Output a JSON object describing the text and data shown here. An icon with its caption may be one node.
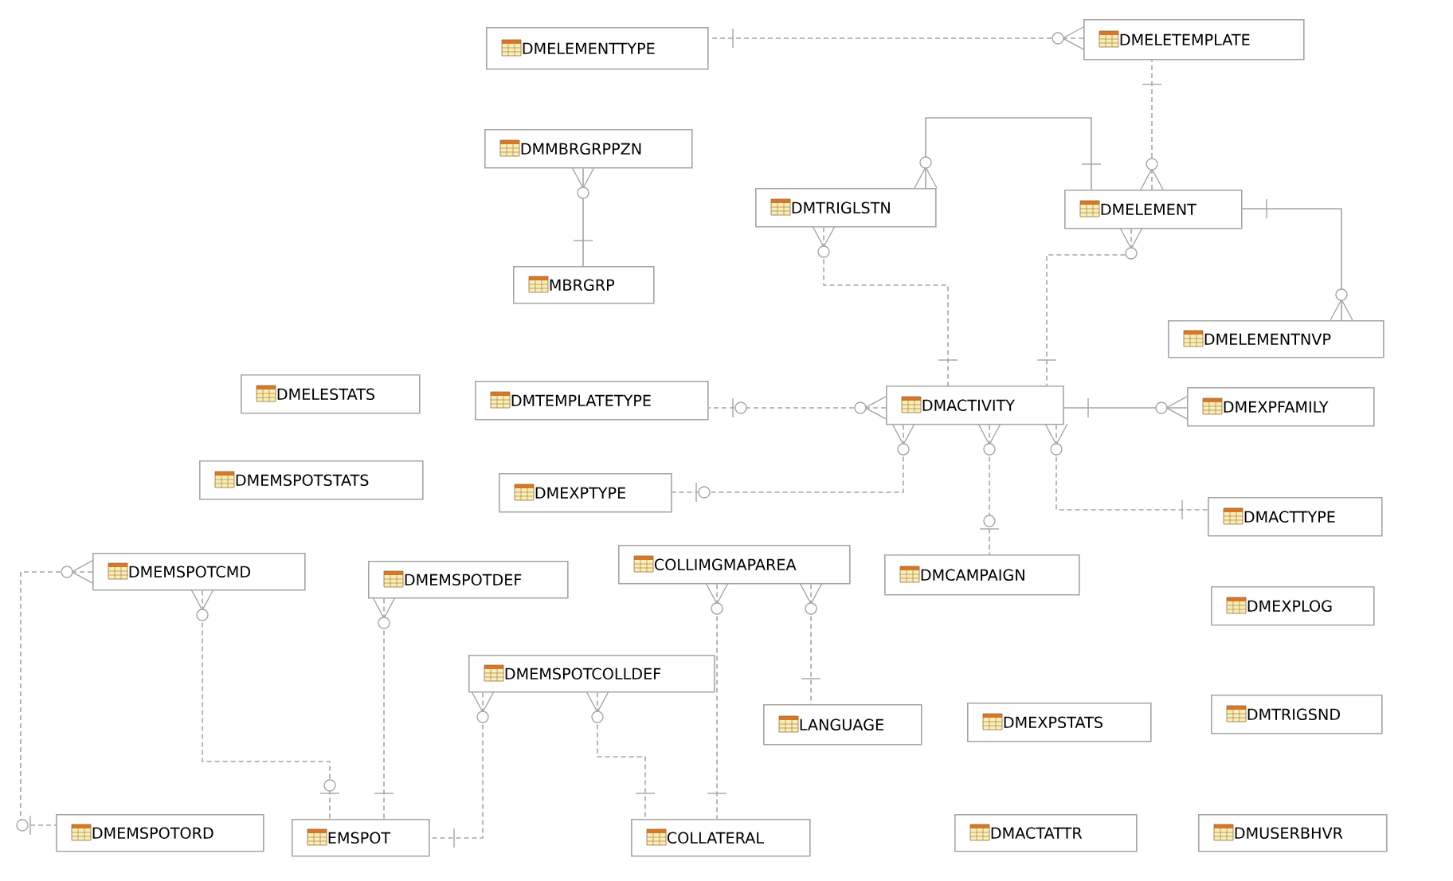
{
  "diagram": {
    "nodes": [
      {
        "text": [
          "DMELEMENTTYPE"
        ]
      },
      {
        "text": [
          "DMELETEMPLATE"
        ]
      },
      {
        "text": [
          "DMMBRGRPPZN"
        ]
      },
      {
        "text": [
          "DMTRIGLSTN"
        ]
      },
      {
        "text": [
          "DMELEMENT"
        ]
      },
      {
        "text": [
          "MBRGRP"
        ]
      },
      {
        "text": [
          "DMELEMENTNVP"
        ]
      },
      {
        "text": [
          "DMELESTATS"
        ]
      },
      {
        "text": [
          "DMTEMPLATETYPE"
        ]
      },
      {
        "text": [
          "DMACTIVITY"
        ]
      },
      {
        "text": [
          "DMEXPFAMILY"
        ]
      },
      {
        "text": [
          "DMEMSPOTSTATS"
        ]
      },
      {
        "text": [
          "DMEXPTYPE"
        ]
      },
      {
        "text": [
          "DMACTTYPE"
        ]
      },
      {
        "text": [
          "DMEMSPOTCMD"
        ]
      },
      {
        "text": [
          "DMEMSPOTDEF"
        ]
      },
      {
        "text": [
          "COLLIMGMAPAREA"
        ]
      },
      {
        "text": [
          "DMCAMPAIGN"
        ]
      },
      {
        "text": [
          "DMEXPLOG"
        ]
      },
      {
        "text": [
          "DMEMSPOTCOLLDEF"
        ]
      },
      {
        "text": [
          "LANGUAGE"
        ]
      },
      {
        "text": [
          "DMEXPSTATS"
        ]
      },
      {
        "text": [
          "DMTRIGSND"
        ]
      },
      {
        "text": [
          "DMEMSPOTORD"
        ]
      },
      {
        "text": [
          "EMSPOT"
        ]
      },
      {
        "text": [
          "COLLATERAL"
        ]
      },
      {
        "text": [
          "DMACTATTR"
        ]
      },
      {
        "text": [
          "DMUSERBHVR"
        ]
      }
    ],
    "edges": [
      {
        "from": 1,
        "to": 0,
        "arrow": "other",
        "style": "dashed"
      },
      {
        "from": 4,
        "to": 1,
        "arrow": "other",
        "style": "dashed"
      },
      {
        "from": 2,
        "to": 5,
        "arrow": "other"
      },
      {
        "from": 3,
        "to": 4,
        "arrow": "other"
      },
      {
        "from": 6,
        "to": 4,
        "arrow": "other"
      },
      {
        "from": 3,
        "to": 9,
        "arrow": "other",
        "style": "dashed"
      },
      {
        "from": 4,
        "to": 9,
        "arrow": "other",
        "style": "dashed"
      },
      {
        "from": 9,
        "to": 8,
        "arrow": "other",
        "style": "dashed"
      },
      {
        "from": 10,
        "to": 9,
        "arrow": "other"
      },
      {
        "from": 9,
        "to": 12,
        "arrow": "other",
        "style": "dashed"
      },
      {
        "from": 9,
        "to": 17,
        "arrow": "other",
        "style": "dashed"
      },
      {
        "from": 9,
        "to": 13,
        "arrow": "other",
        "style": "dashed"
      },
      {
        "from": 14,
        "to": 23,
        "arrow": "other",
        "style": "dashed"
      },
      {
        "from": 14,
        "to": 24,
        "arrow": "other",
        "style": "dashed"
      },
      {
        "from": 15,
        "to": 24,
        "arrow": "other",
        "style": "dashed"
      },
      {
        "from": 19,
        "to": 24,
        "arrow": "other",
        "style": "dashed"
      },
      {
        "from": 19,
        "to": 25,
        "arrow": "other",
        "style": "dashed"
      },
      {
        "from": 16,
        "to": 25,
        "arrow": "other",
        "style": "dashed"
      },
      {
        "from": 16,
        "to": 20,
        "arrow": "other",
        "style": "dashed"
      }
    ]
  }
}
